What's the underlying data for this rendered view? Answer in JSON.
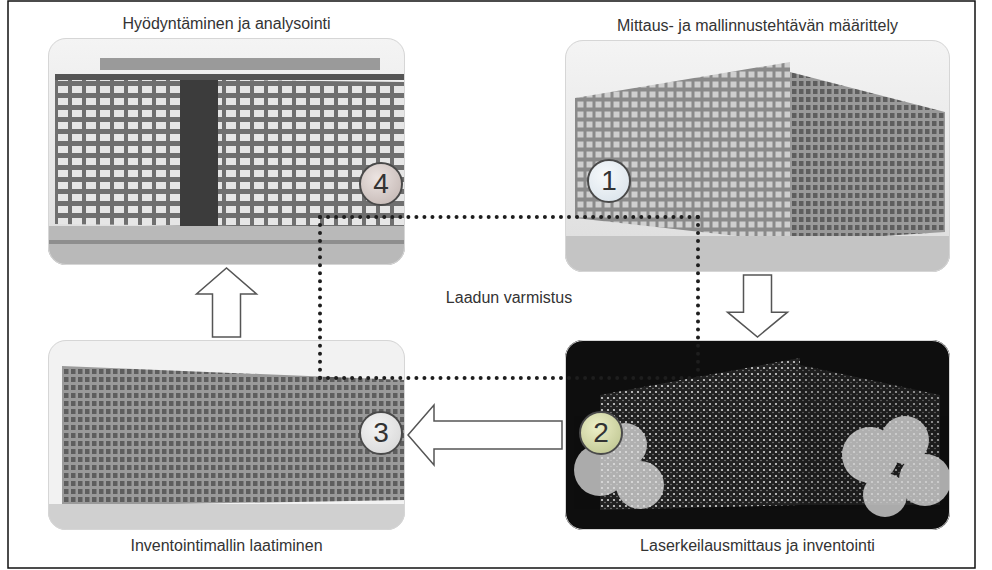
{
  "diagram": {
    "nodes": [
      {
        "text": [
          "Hyödyntäminen ja analysointi"
        ]
      },
      {
        "text": [
          "4"
        ],
        "in": 0
      },
      {
        "text": [
          "Mittaus- ja mallinnustehtävän määrittely"
        ]
      },
      {
        "text": [
          "1"
        ],
        "in": 2
      },
      {
        "text": [
          "Laadun varmistus"
        ]
      },
      {
        "text": [
          "Inventointimallin laatiminen"
        ]
      },
      {
        "text": [
          "3"
        ],
        "in": 5
      },
      {
        "text": [
          "Laserkeilausmittaus ja inventointi"
        ]
      },
      {
        "text": [
          "2"
        ],
        "in": 7
      }
    ],
    "edges": [
      {
        "from": 2,
        "to": 7,
        "arrow": "to"
      },
      {
        "from": 7,
        "to": 5,
        "arrow": "to"
      },
      {
        "from": 5,
        "to": 0,
        "arrow": "to"
      }
    ]
  }
}
